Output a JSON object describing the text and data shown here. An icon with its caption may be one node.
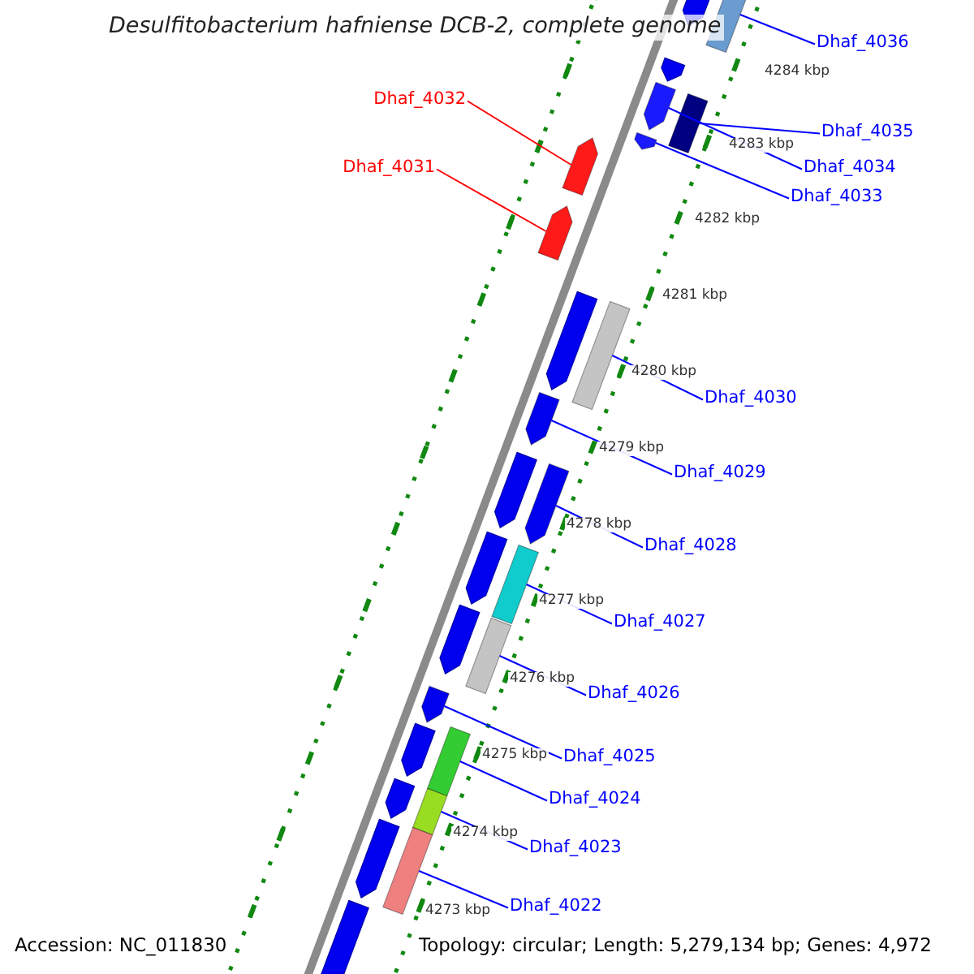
{
  "diagram": {
    "title": "Desulfitobacterium hafniense DCB-2, complete genome",
    "nodes": [
      {
        "text": [
          "Dhaf_4036"
        ]
      },
      {
        "text": [
          "Dhaf_4032"
        ]
      },
      {
        "text": [
          "Dhaf_4035"
        ]
      },
      {
        "text": [
          "Dhaf_4031"
        ]
      },
      {
        "text": [
          "Dhaf_4034"
        ]
      },
      {
        "text": [
          "Dhaf_4033"
        ]
      },
      {
        "text": [
          "Dhaf_4030"
        ]
      },
      {
        "text": [
          "Dhaf_4029"
        ]
      },
      {
        "text": [
          "Dhaf_4028"
        ]
      },
      {
        "text": [
          "Dhaf_4027"
        ]
      },
      {
        "text": [
          "Dhaf_4026"
        ]
      },
      {
        "text": [
          "Dhaf_4025"
        ]
      },
      {
        "text": [
          "Dhaf_4024"
        ]
      },
      {
        "text": [
          "Dhaf_4023"
        ]
      },
      {
        "text": [
          "Dhaf_4022"
        ]
      },
      {
        "text": [],
        "shape": "bar"
      },
      {
        "text": [],
        "shape": "arrow"
      },
      {
        "text": [],
        "shape": "bar"
      },
      {
        "text": [],
        "shape": "arrow"
      },
      {
        "text": [],
        "shape": "arrow"
      },
      {
        "text": [],
        "shape": "arrow"
      },
      {
        "text": [],
        "shape": "bar"
      },
      {
        "text": [],
        "shape": "arrow"
      },
      {
        "text": [],
        "shape": "arrow"
      },
      {
        "text": [],
        "shape": "bar"
      },
      {
        "text": [],
        "shape": "bar"
      },
      {
        "text": [],
        "shape": "arrow"
      },
      {
        "text": [],
        "shape": "bar"
      },
      {
        "text": [],
        "shape": "bar"
      },
      {
        "text": [],
        "shape": "bar"
      }
    ],
    "edges": [
      {
        "from": 0,
        "to": 15,
        "arrow": "none"
      },
      {
        "from": 1,
        "to": 19,
        "arrow": "none",
        "color": "#ff0000"
      },
      {
        "from": 2,
        "to": 17,
        "arrow": "none"
      },
      {
        "from": 3,
        "to": 20,
        "arrow": "none",
        "color": "#ff0000"
      },
      {
        "from": 4,
        "to": 16,
        "arrow": "none"
      },
      {
        "from": 5,
        "to": 18,
        "arrow": "none"
      },
      {
        "from": 6,
        "to": 21,
        "arrow": "none"
      },
      {
        "from": 7,
        "to": 22,
        "arrow": "none"
      },
      {
        "from": 8,
        "to": 23,
        "arrow": "none"
      },
      {
        "from": 9,
        "to": 24,
        "arrow": "none"
      },
      {
        "from": 10,
        "to": 25,
        "arrow": "none"
      },
      {
        "from": 11,
        "to": 26,
        "arrow": "none"
      },
      {
        "from": 12,
        "to": 27,
        "arrow": "none"
      },
      {
        "from": 13,
        "to": 28,
        "arrow": "none"
      },
      {
        "from": 14,
        "to": 29,
        "arrow": "none"
      }
    ],
    "labels": [
      "4284 kbp",
      "4283 kbp",
      "4282 kbp",
      "4281 kbp",
      "4280 kbp",
      "4279 kbp",
      "4278 kbp",
      "4277 kbp",
      "4276 kbp",
      "4275 kbp",
      "4274 kbp",
      "4273 kbp",
      "Accession: NC_011830",
      "Topology: circular; Length: 5,279,134 bp; Genes: 4,972"
    ]
  }
}
